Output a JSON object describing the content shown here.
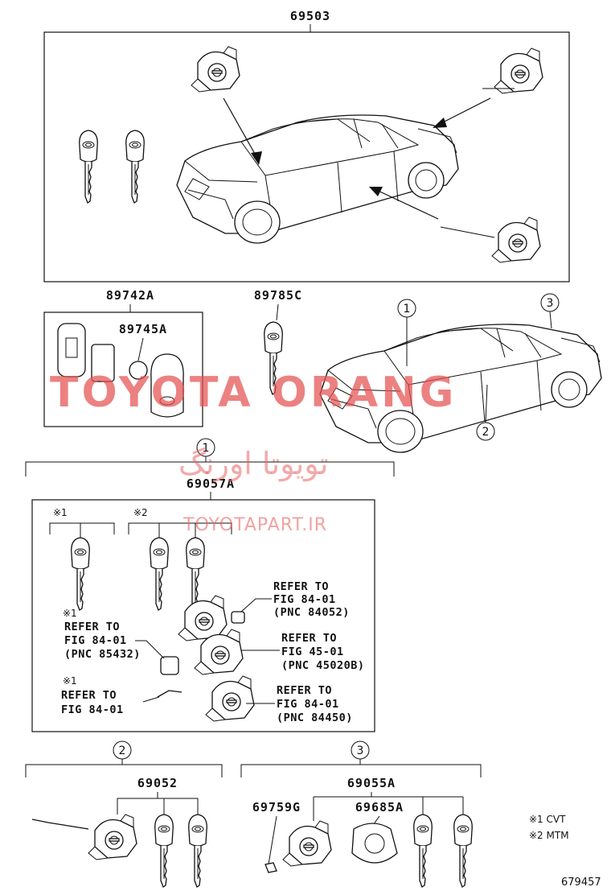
{
  "watermark": {
    "brand": "TOYOTA ORANG",
    "persian": "تویوتا اورنگ",
    "url": "TOYOTAPART.IR"
  },
  "parts": {
    "p69503": "69503",
    "p89742A": "89742A",
    "p89745A": "89745A",
    "p89785C": "89785C",
    "p69057A": "69057A",
    "p69052": "69052",
    "p69055A": "69055A",
    "p69759G": "69759G",
    "p69685A": "69685A"
  },
  "callouts": {
    "c1": "1",
    "c2": "2",
    "c3": "3"
  },
  "notes": {
    "mark1": "※1",
    "mark2": "※2",
    "legend1": "※1 CVT",
    "legend2": "※2 MTM"
  },
  "refs": {
    "refer_to": "REFER TO",
    "r84052_fig": "FIG 84-01",
    "r84052_pnc": "(PNC 84052)",
    "r85432_fig": "FIG 84-01",
    "r85432_pnc": "(PNC 85432)",
    "r45020_fig": "FIG 45-01",
    "r45020_pnc": "(PNC 45020B)",
    "r84450_fig": "FIG 84-01",
    "r84450_pnc": "(PNC 84450)",
    "r_bottom_fig": "FIG 84-01"
  },
  "figure_id": "679457"
}
